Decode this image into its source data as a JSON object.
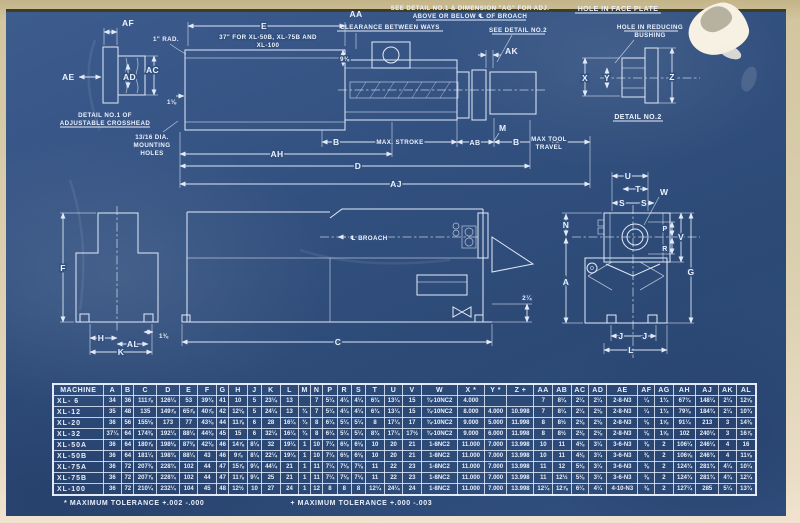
{
  "detail1": {
    "caption1": "DETAIL NO.1 OF",
    "caption2": "ADJUSTABLE CROSSHEAD",
    "dim_ae": "AE",
    "dim_af": "AF",
    "dim_ac": "AC",
    "dim_ad": "AD"
  },
  "plan": {
    "dim_e": "E",
    "note_e1": "37\" FOR XL-50B, XL-75B AND",
    "note_e2": "XL-100",
    "rad_note": "1\" RAD.",
    "dim_aa": "AA",
    "aa_note": "CLEARANCE BETWEEN WAYS",
    "adj_note1": "SEE DETAIL NO.1 & DIMENSION \"AG\" FOR ADJ.",
    "adj_note2": "ABOVE OR BELOW ℄ OF BROACH",
    "see_detail2": "SEE DETAIL NO.2",
    "dim_ak": "AK",
    "dim_m": "M",
    "dim_b": "B",
    "max_stroke": "MAX. STROKE",
    "dim_ab": "AB",
    "dim_b2": "B",
    "max_tool1": "MAX TOOL",
    "max_tool2": "TRAVEL",
    "dim_ah": "AH",
    "dim_d": "D",
    "dim_aj": "AJ",
    "dim_9_38": "9⅜",
    "dim_1_18": "1⅛",
    "mount1": "13/16 DIA.",
    "mount2": "MOUNTING",
    "mount3": "HOLES"
  },
  "detail2": {
    "title": "HOLE IN FACE PLATE",
    "bush1": "HOLE IN REDUCING",
    "bush2": "BUSHING",
    "dim_x": "X",
    "dim_y": "Y",
    "dim_z": "Z",
    "caption": "DETAIL NO.2"
  },
  "front_view": {
    "dim_f": "F",
    "dim_h": "H",
    "dim_al": "AL",
    "dim_k": "K",
    "dim_1_38": "1⅜"
  },
  "side_view": {
    "broach": "℄ BROACH",
    "dim_c": "C",
    "dim_2_14": "2¼"
  },
  "end_view": {
    "dim_u": "U",
    "dim_t": "T",
    "dim_s1": "S",
    "dim_s2": "S",
    "dim_w": "W",
    "dim_n": "N",
    "dim_p": "P",
    "dim_v": "V",
    "dim_r": "R",
    "dim_a": "A",
    "dim_g": "G",
    "dim_j1": "J",
    "dim_j2": "J",
    "dim_l": "L"
  },
  "table": {
    "headers": [
      "MACHINE",
      "A",
      "B",
      "C",
      "D",
      "E",
      "F",
      "G",
      "H",
      "J",
      "K",
      "L",
      "M",
      "N",
      "P",
      "R",
      "S",
      "T",
      "U",
      "V",
      "W",
      "X *",
      "Y *",
      "Z +",
      "AA",
      "AB",
      "AC",
      "AD",
      "AE",
      "AF",
      "AG",
      "AH",
      "AJ",
      "AK",
      "AL"
    ],
    "rows": [
      [
        "XL- 6",
        "34",
        "36",
        "111⅞",
        "126¼",
        "53",
        "39¾",
        "41",
        "10",
        "5",
        "23¼",
        "13",
        "",
        "7",
        "5¼",
        "4¼",
        "4¼",
        "6¾",
        "13¼",
        "15",
        "¾-10NC2",
        "4.000",
        "",
        "",
        "7",
        "8¼",
        "2¼",
        "2¼",
        "2-8-N3",
        "¼",
        "1¾",
        "67¾",
        "148¼",
        "2¼",
        "12⅝"
      ],
      [
        "XL-12",
        "35",
        "48",
        "135",
        "149⅞",
        "65⅞",
        "40⅞",
        "42",
        "12⅛",
        "5",
        "24¼",
        "13",
        "¾",
        "7",
        "5¼",
        "4¼",
        "4¼",
        "6¾",
        "13¼",
        "15",
        "¾-10NC2",
        "8.000",
        "4.000",
        "10.998",
        "7",
        "8¼",
        "2¼",
        "2⅛",
        "2-8-N3",
        "¼",
        "1¾",
        "79⅜",
        "184¾",
        "2¼",
        "10¾"
      ],
      [
        "XL-20",
        "36",
        "56",
        "155⅛",
        "173",
        "77",
        "43⅛",
        "44",
        "11⅞",
        "6",
        "28",
        "16¼",
        "¾",
        "8",
        "6¼",
        "5¼",
        "5¼",
        "8",
        "17¼",
        "17",
        "¾-10NC2",
        "9.000",
        "5.000",
        "11.998",
        "8",
        "8½",
        "2⅛",
        "2⅛",
        "2-8-N3",
        "⅛",
        "1⅝",
        "91¼",
        "213",
        "3",
        "14⅜"
      ],
      [
        "XL-32",
        "37¼",
        "64",
        "174⅜",
        "192¼",
        "88¼",
        "44⅜",
        "45",
        "15",
        "6",
        "32¼",
        "16¼",
        "¾",
        "8",
        "6¼",
        "5¼",
        "5¼",
        "8¾",
        "17¼",
        "17½",
        "¾-10NC2",
        "9.000",
        "6.000",
        "11.998",
        "8",
        "8½",
        "2⅛",
        "2⅛",
        "2-8-N3",
        "⅛",
        "1⅝",
        "102",
        "240¼",
        "3",
        "16⅞"
      ],
      [
        "XL-50A",
        "36",
        "64",
        "180⅞",
        "198⅛",
        "87⅜",
        "42⅜",
        "46",
        "14⅞",
        "8¼",
        "32",
        "19¼",
        "1",
        "10",
        "7¼",
        "6⅛",
        "6⅛",
        "10",
        "20",
        "21",
        "1-8NC2",
        "11.000",
        "7.000",
        "13.998",
        "10",
        "11",
        "4⅛",
        "3¼",
        "3-6-N3",
        "⅜",
        "2",
        "106¼",
        "246¼",
        "4",
        "16"
      ],
      [
        "XL-50B",
        "36",
        "64",
        "181¼",
        "198¾",
        "88¼",
        "43",
        "46",
        "9⅞",
        "8¼",
        "22¼",
        "19¼",
        "1",
        "10",
        "7¼",
        "6⅛",
        "6⅛",
        "10",
        "20",
        "21",
        "1-8NC2",
        "11.000",
        "7.000",
        "13.998",
        "10",
        "11",
        "4⅛",
        "3¼",
        "3-6-N3",
        "⅜",
        "2",
        "106⅝",
        "246¾",
        "4",
        "11⅝"
      ],
      [
        "XL-75A",
        "36",
        "72",
        "207⅜",
        "228¾",
        "102",
        "44",
        "47",
        "15⅞",
        "9¼",
        "44¼",
        "21",
        "1",
        "11",
        "7¼",
        "7⅛",
        "7⅛",
        "11",
        "22",
        "23",
        "1-8NC2",
        "11.000",
        "7.000",
        "13.998",
        "11",
        "12",
        "5⅛",
        "3¼",
        "3-6-N3",
        "⅜",
        "2",
        "124¾",
        "281¾",
        "4¼",
        "10¼"
      ],
      [
        "XL-75B",
        "36",
        "72",
        "207⅞",
        "228¾",
        "102",
        "44",
        "47",
        "11⅞",
        "9¼",
        "25",
        "21",
        "1",
        "11",
        "7¼",
        "7⅛",
        "7⅛",
        "11",
        "22",
        "23",
        "1-8NC2",
        "11.000",
        "7.000",
        "13.998",
        "11",
        "12½",
        "5⅛",
        "3¼",
        "3-6-N3",
        "⅜",
        "2",
        "124¾",
        "281¾",
        "4¾",
        "12¼"
      ],
      [
        "XL-100",
        "36",
        "72",
        "210¼",
        "232¼",
        "104",
        "45",
        "48",
        "12½",
        "10",
        "27",
        "24",
        "1",
        "12",
        "8",
        "8",
        "8",
        "12¼",
        "24¼",
        "24",
        "1-8NC2",
        "11.000",
        "7.000",
        "13.998",
        "12¼",
        "12⅞",
        "6¼",
        "4¼",
        "4-10-N3",
        "⅜",
        "2",
        "127¼",
        "285",
        "5¼",
        "13¾"
      ]
    ],
    "footnote_left": "* MAXIMUM TOLERANCE +.002 -.000",
    "footnote_right": "+ MAXIMUM TOLERANCE +.000 -.003"
  },
  "colors": {
    "blueprint": "#31507f",
    "line": "#e3ebfa",
    "paper": "#d3c5a0"
  }
}
